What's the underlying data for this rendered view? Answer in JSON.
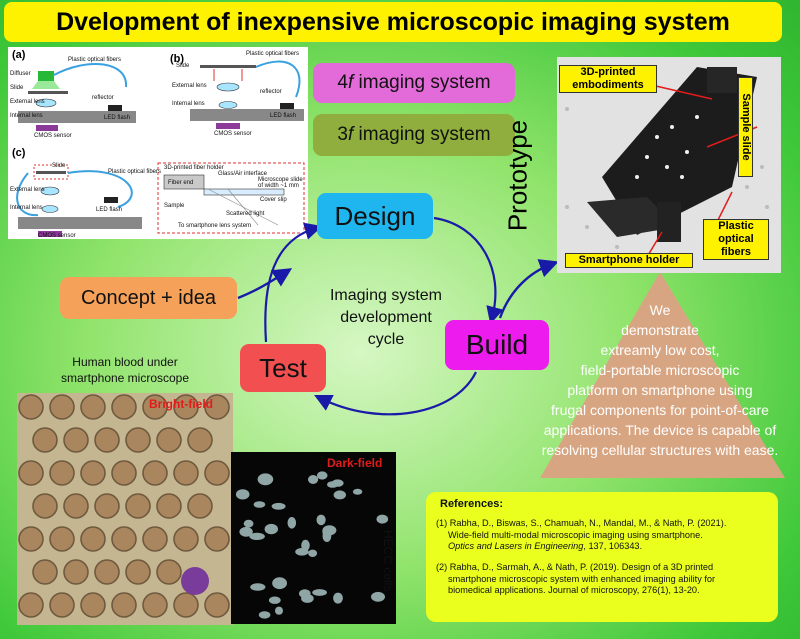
{
  "title": "Dvelopment of inexpensive microscopic imaging system",
  "panels": {
    "a": "(a)",
    "b": "(b)",
    "c": "(c)",
    "a_labels": {
      "diffuser": "Diffuser",
      "slide": "Slide",
      "external_lens": "External lens",
      "internal_lens": "Internal lens",
      "cmos": "CMOS sensor",
      "fibers": "Plastic optical fibers",
      "reflector": "reflector",
      "led": "LED flash"
    },
    "b_labels": {
      "slide": "Slide",
      "external_lens": "External lens",
      "internal_lens": "Internal lens",
      "cmos": "CMOS sensor",
      "fibers": "Plastic optical fibers",
      "reflector": "reflector",
      "led": "LED flash"
    },
    "c_labels": {
      "slide": "Slide",
      "external_lens": "External lens",
      "internal_lens": "Internal lens",
      "cmos": "CMOS sensor",
      "fibers": "Plastic optical fibers",
      "led": "LED flash",
      "holder": "3D-printed fiber holder",
      "fiber_end": "Fiber end",
      "interface": "Glass/Air interface",
      "sample": "Sample",
      "cover_slip": "Cover slip",
      "scattered": "Scattered light",
      "microscope_slide": "Microscope slide of width ~1 mm",
      "to_lens": "To smartphone lens system"
    }
  },
  "systems": {
    "four_f_num": "4",
    "four_f_f": "f",
    "four_f_rest": " imaging system",
    "three_f_num": "3",
    "three_f_f": "f",
    "three_f_rest": " imaging system"
  },
  "cycle": {
    "design": "Design",
    "build": "Build",
    "test": "Test",
    "concept": "Concept + idea",
    "center_line1": "Imaging system",
    "center_line2": "development",
    "center_line3": "cycle"
  },
  "prototype": {
    "vertical_label": "Prototype",
    "labels": {
      "embodiments": "3D-printed embodiments",
      "sample_slide": "Sample slide",
      "fibers": "Plastic optical fibers",
      "holder": "Smartphone holder"
    }
  },
  "statement": {
    "lines": [
      "We",
      "demonstrate",
      "extreamly low cost,",
      "field-portable microscopic",
      "platform on smartphone using",
      "frugal components for point-of-care",
      "applications. The device is capable of",
      "resolving cellular structures with ease."
    ]
  },
  "blood": {
    "caption1": "Human blood under",
    "caption2": "smartphone microscope",
    "bright_field": "Bright-field"
  },
  "dark": {
    "dark_field": "Dark-field",
    "cells_label": "HECC cells"
  },
  "references": {
    "heading": "References:",
    "r1_a": "(1) Rabha, D., Biswas, S., Chamuah, N., Mandal, M., & Nath, P. (2021).",
    "r1_b": "Wide-field multi-modal microscopic imaging using smartphone.",
    "r1_journal": "Optics and Lasers in Engineering",
    "r1_rest": ", 137, 106343.",
    "r2_a": "(2) Rabha, D., Sarmah, A., & Nath, P. (2019). Design of a 3D printed",
    "r2_b": "smartphone microscopic system with enhanced imaging ability for",
    "r2_c": "biomedical applications. Journal of microscopy, 276(1), 13-20."
  },
  "colors": {
    "title_bg": "#fff200",
    "design": "#1fb6f0",
    "build": "#ee1bee",
    "test": "#f25050",
    "concept": "#f5a15a",
    "four_f": "#e36ad9",
    "three_f": "#8fae3e",
    "triangle": "#d8a582",
    "refs_bg": "#eaff1e",
    "arrow": "#1a1aa8"
  }
}
